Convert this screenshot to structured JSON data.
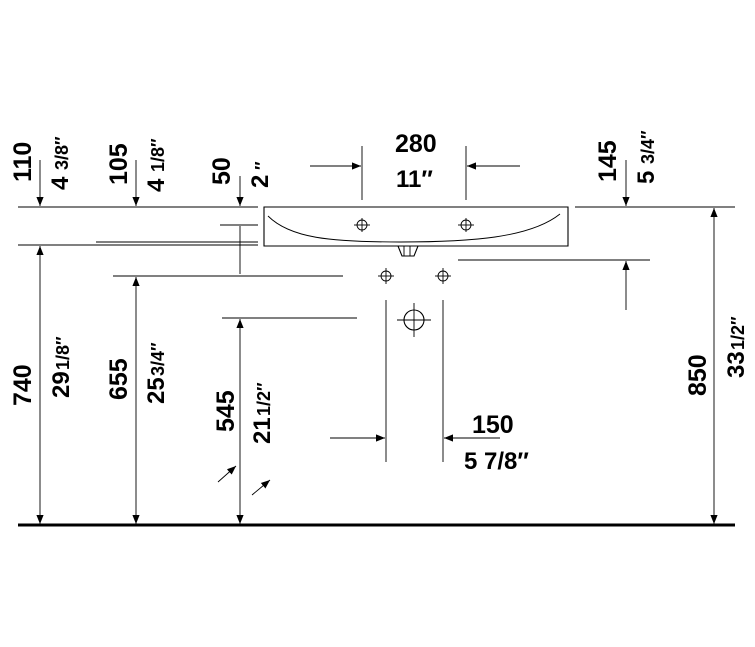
{
  "drawing": {
    "floor_label": "",
    "dims": {
      "d110": "110",
      "d110_in": "4",
      "d110_frac": "3/8″",
      "d105": "105",
      "d105_in": "4",
      "d105_frac": "1/8″",
      "d50": "50",
      "d50_in": "2",
      "d50_frac": "″",
      "d280": "280",
      "d280_in": "11″",
      "d145": "145",
      "d145_in": "5",
      "d145_frac": "3/4″",
      "d740": "740",
      "d740_in": "29",
      "d740_frac": "1/8″",
      "d655": "655",
      "d655_in": "25",
      "d655_frac": "3/4″",
      "d545": "545",
      "d545_in": "21",
      "d545_frac": "1/2″",
      "d150": "150",
      "d150_in": "5 7/8″",
      "d850": "850",
      "d850_in": "33",
      "d850_frac": "1/2″"
    }
  }
}
